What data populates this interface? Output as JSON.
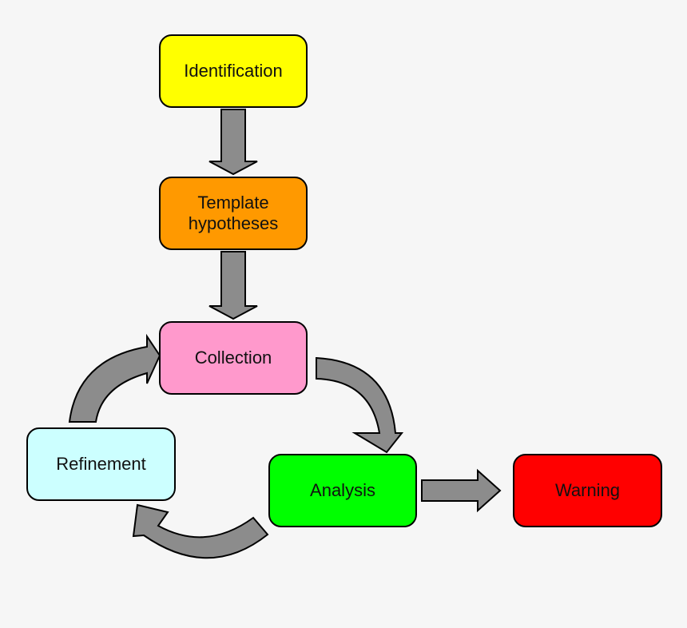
{
  "nodes": {
    "identification": {
      "label": "Identification",
      "color": "#ffff00"
    },
    "template": {
      "label": "Template\nhypotheses",
      "color": "#ff9900"
    },
    "collection": {
      "label": "Collection",
      "color": "#ff99cc"
    },
    "refinement": {
      "label": "Refinement",
      "color": "#ccffff"
    },
    "analysis": {
      "label": "Analysis",
      "color": "#00ff00"
    },
    "warning": {
      "label": "Warning",
      "color": "#ff0000"
    }
  },
  "arrow_color": "#8c8c8c"
}
